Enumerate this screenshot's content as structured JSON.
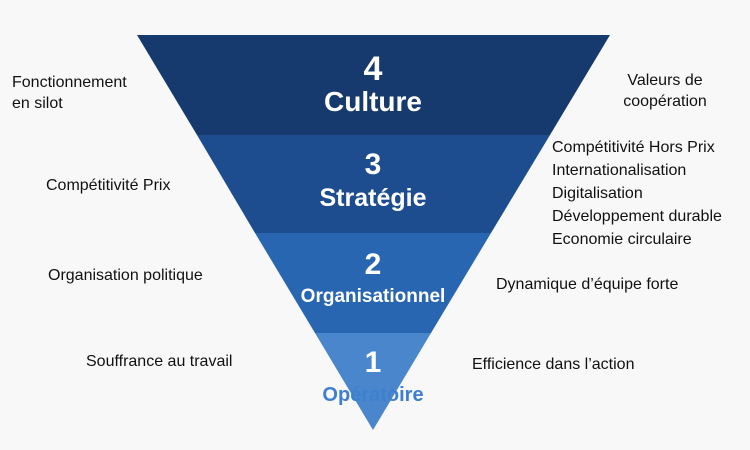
{
  "levels": [
    {
      "number": "4",
      "name": "Culture",
      "left": "Fonctionnement\nen silot",
      "right": "Valeurs de\ncoopération",
      "color": "#163a6e"
    },
    {
      "number": "3",
      "name": "Stratégie",
      "left": "Compétitivité Prix",
      "right_lines": [
        "Compétitivité Hors Prix",
        "Internationalisation",
        "Digitalisation",
        "Développement durable",
        "Economie circulaire"
      ],
      "color": "#1d4d8f"
    },
    {
      "number": "2",
      "name": "Organisationnel",
      "left": "Organisation politique",
      "right": "Dynamique d’équipe forte",
      "color": "#2866b2"
    },
    {
      "number": "1",
      "name": "Opératoire",
      "left": "Souffrance au travail",
      "right": "Efficience dans l’action",
      "color": "#4a86cc"
    }
  ]
}
